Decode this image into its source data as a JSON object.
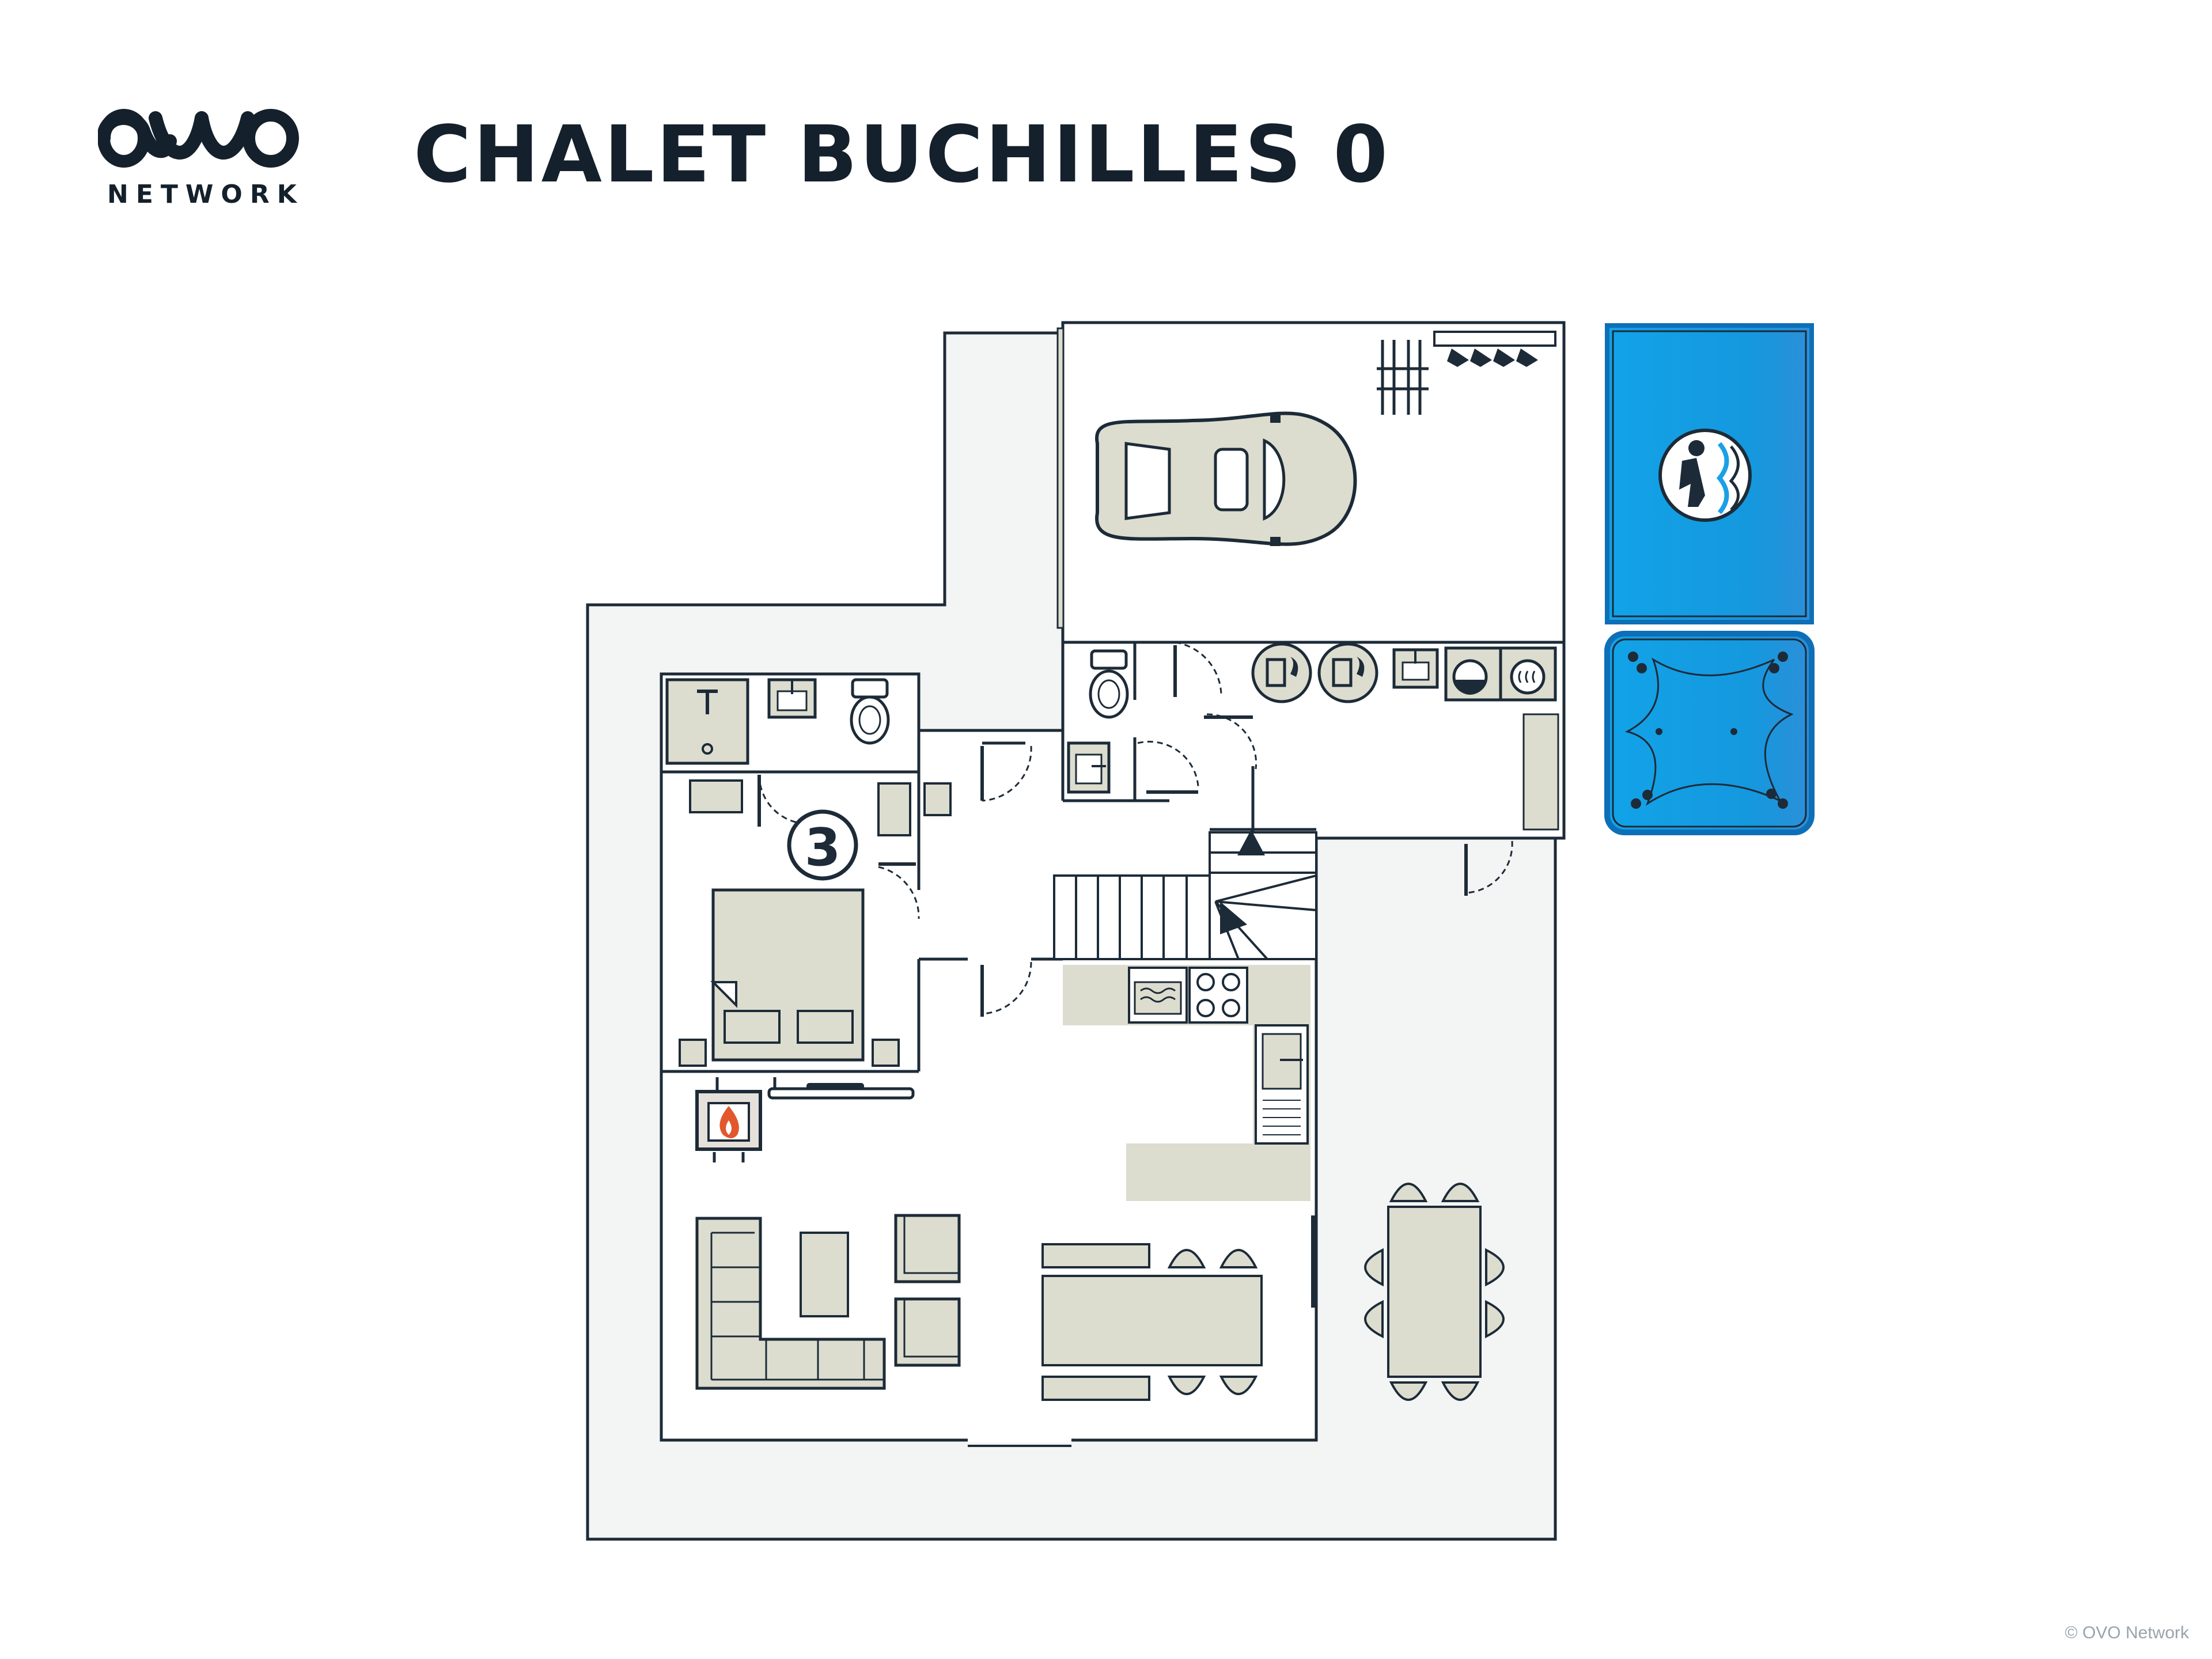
{
  "brand": {
    "name": "OVO Network",
    "tagline": "NETWORK"
  },
  "title": "CHALET BUCHILLES 0",
  "rooms": [
    {
      "label": "3",
      "type": "bedroom"
    }
  ],
  "copyright": "© OVO Network",
  "icons": [
    "car-icon",
    "ski-rack-icon",
    "boots-rack-icon",
    "sauna-icon",
    "jacuzzi-icon",
    "toilet-icon",
    "sink-icon",
    "shower-icon",
    "water-heater-icon",
    "washing-machine-icon",
    "dryer-icon",
    "bed-icon",
    "fireplace-icon",
    "tv-icon",
    "sofa-icon",
    "armchair-icon",
    "dining-table-icon",
    "chair-icon",
    "oven-icon",
    "cooktop-icon",
    "kitchen-sink-icon",
    "stairs-icon",
    "outdoor-table-icon"
  ],
  "colors": {
    "wall": "#1d2b38",
    "terrace": "#f3f4f4",
    "furniture": "#dcddcf",
    "pool": "#1aa0e6",
    "pool_border": "#0d6fb8",
    "fire": "#e2572c",
    "heater": "#e6e0da"
  }
}
